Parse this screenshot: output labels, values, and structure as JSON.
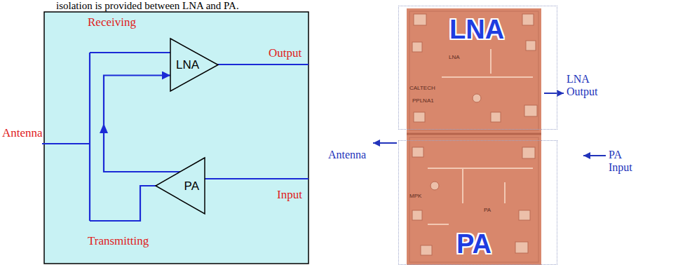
{
  "diagram": {
    "nodes": [
      {
        "text": [
          "LNA"
        ]
      },
      {
        "text": [
          "PA"
        ]
      },
      {
        "text": [
          "LNA"
        ]
      },
      {
        "text": [
          "PA"
        ]
      }
    ],
    "edges": [
      {
        "from": 1,
        "to": 0,
        "arrow": "to"
      }
    ],
    "labels": [
      "isolation is provided between LNA and PA.",
      "Receiving",
      "Output",
      "Antenna",
      "Transmitting",
      "Input",
      "LNA Output",
      "Antenna",
      "PA Input",
      "LNA",
      "CALTECH",
      "PPLNA1",
      "MPK",
      "PA"
    ]
  }
}
